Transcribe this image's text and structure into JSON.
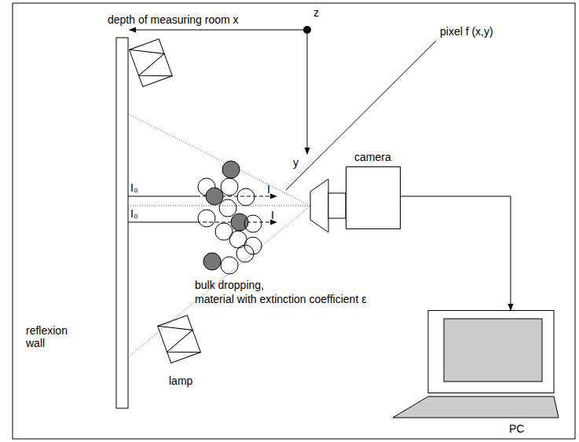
{
  "diagram": {
    "nodes": [
      {
        "text": [
          "camera"
        ]
      },
      {
        "text": [
          "PC"
        ]
      }
    ],
    "edges": [
      {
        "from": 0,
        "to": 1,
        "arrow": "to"
      }
    ],
    "labels": [
      "depth of measuring room x",
      "z",
      "pixel f (x,y)",
      "y",
      "I₀",
      "I₀",
      "I",
      "I",
      "bulk dropping,",
      "material with extinction coefficient ε",
      "reflexion wall",
      "lamp"
    ]
  }
}
